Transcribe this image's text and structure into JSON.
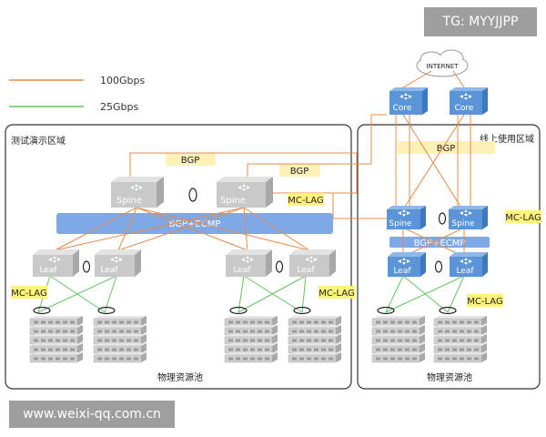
{
  "legend": [
    {
      "label": "100Gbps",
      "color": "#e8894a"
    },
    {
      "label": "25Gbps",
      "color": "#62c462"
    }
  ],
  "zones": {
    "test": {
      "title": "测试演示区域",
      "pool": "物理资源池"
    },
    "prod": {
      "title": "线上使用区域",
      "pool": "物理资源池"
    }
  },
  "internet": "INTERNET",
  "labels": {
    "core": "Core",
    "spine": "Spine",
    "leaf": "Leaf",
    "bgp": "BGP",
    "bgp_ecmp": "BGP+ECMP",
    "mc_lag": "MC-LAG"
  },
  "colors": {
    "grey_switch": "#c9c9c9",
    "blue_switch": "#5b95d8",
    "bgp_band": "#fdf1b8",
    "ecmp_band": "#7ea9e6",
    "mclag_badge": "#fff37a"
  },
  "watermarks": {
    "tg": "TG: MYYJJPP",
    "url": "www.weixi-qq.com.cn"
  }
}
